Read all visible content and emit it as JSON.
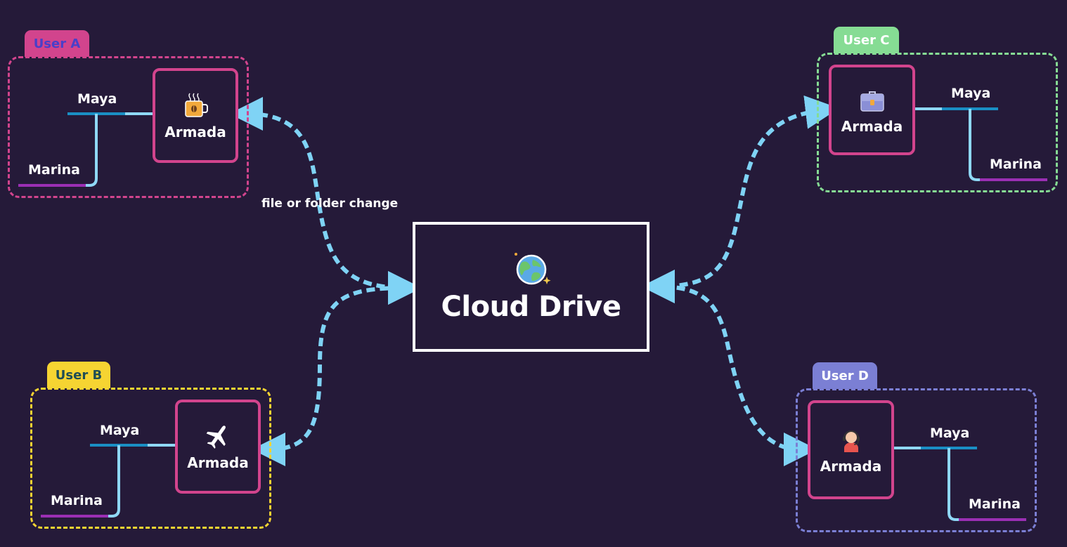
{
  "center": {
    "title": "Cloud Drive",
    "icon": "globe-icon"
  },
  "edge_label": "file or folder change",
  "colors": {
    "background": "#251a39",
    "connector": "#7fd3f5",
    "node_border": "#d2448d",
    "branch_dark": "#1a8fc4",
    "branch_light": "#8fd8f6",
    "branch_purple": "#9b2fb4"
  },
  "groups": [
    {
      "id": "a",
      "tab": "User A",
      "color": "#d2448d",
      "tab_text": "#4a3fc8",
      "node": {
        "label": "Armada",
        "icon": "coffee-mug-icon"
      },
      "branches": {
        "top": "Maya",
        "bottom": "Marina"
      }
    },
    {
      "id": "b",
      "tab": "User B",
      "color": "#f6d432",
      "tab_text": "#1f4d55",
      "node": {
        "label": "Armada",
        "icon": "airplane-icon"
      },
      "branches": {
        "top": "Maya",
        "bottom": "Marina"
      }
    },
    {
      "id": "c",
      "tab": "User C",
      "color": "#86dc94",
      "tab_text": "#ffffff",
      "node": {
        "label": "Armada",
        "icon": "briefcase-icon"
      },
      "branches": {
        "top": "Maya",
        "bottom": "Marina"
      }
    },
    {
      "id": "d",
      "tab": "User D",
      "color": "#7b7fd4",
      "tab_text": "#ffffff",
      "node": {
        "label": "Armada",
        "icon": "support-agent-icon"
      },
      "branches": {
        "top": "Maya",
        "bottom": "Marina"
      }
    }
  ]
}
